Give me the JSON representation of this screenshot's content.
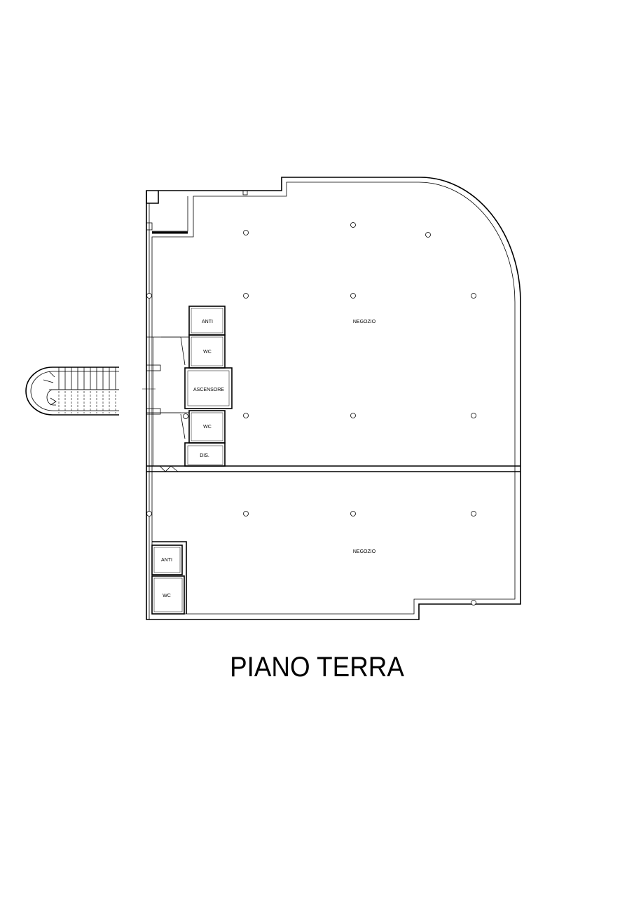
{
  "title": "PIANO TERRA",
  "rooms": {
    "negozio_upper": "NEGOZIO",
    "negozio_lower": "NEGOZIO",
    "anti_upper": "ANTI",
    "wc_upper_1": "WC",
    "ascensore": "ASCENSORE",
    "wc_upper_2": "WC",
    "dis": "DIS.",
    "anti_lower": "ANTI",
    "wc_lower": "WC"
  }
}
